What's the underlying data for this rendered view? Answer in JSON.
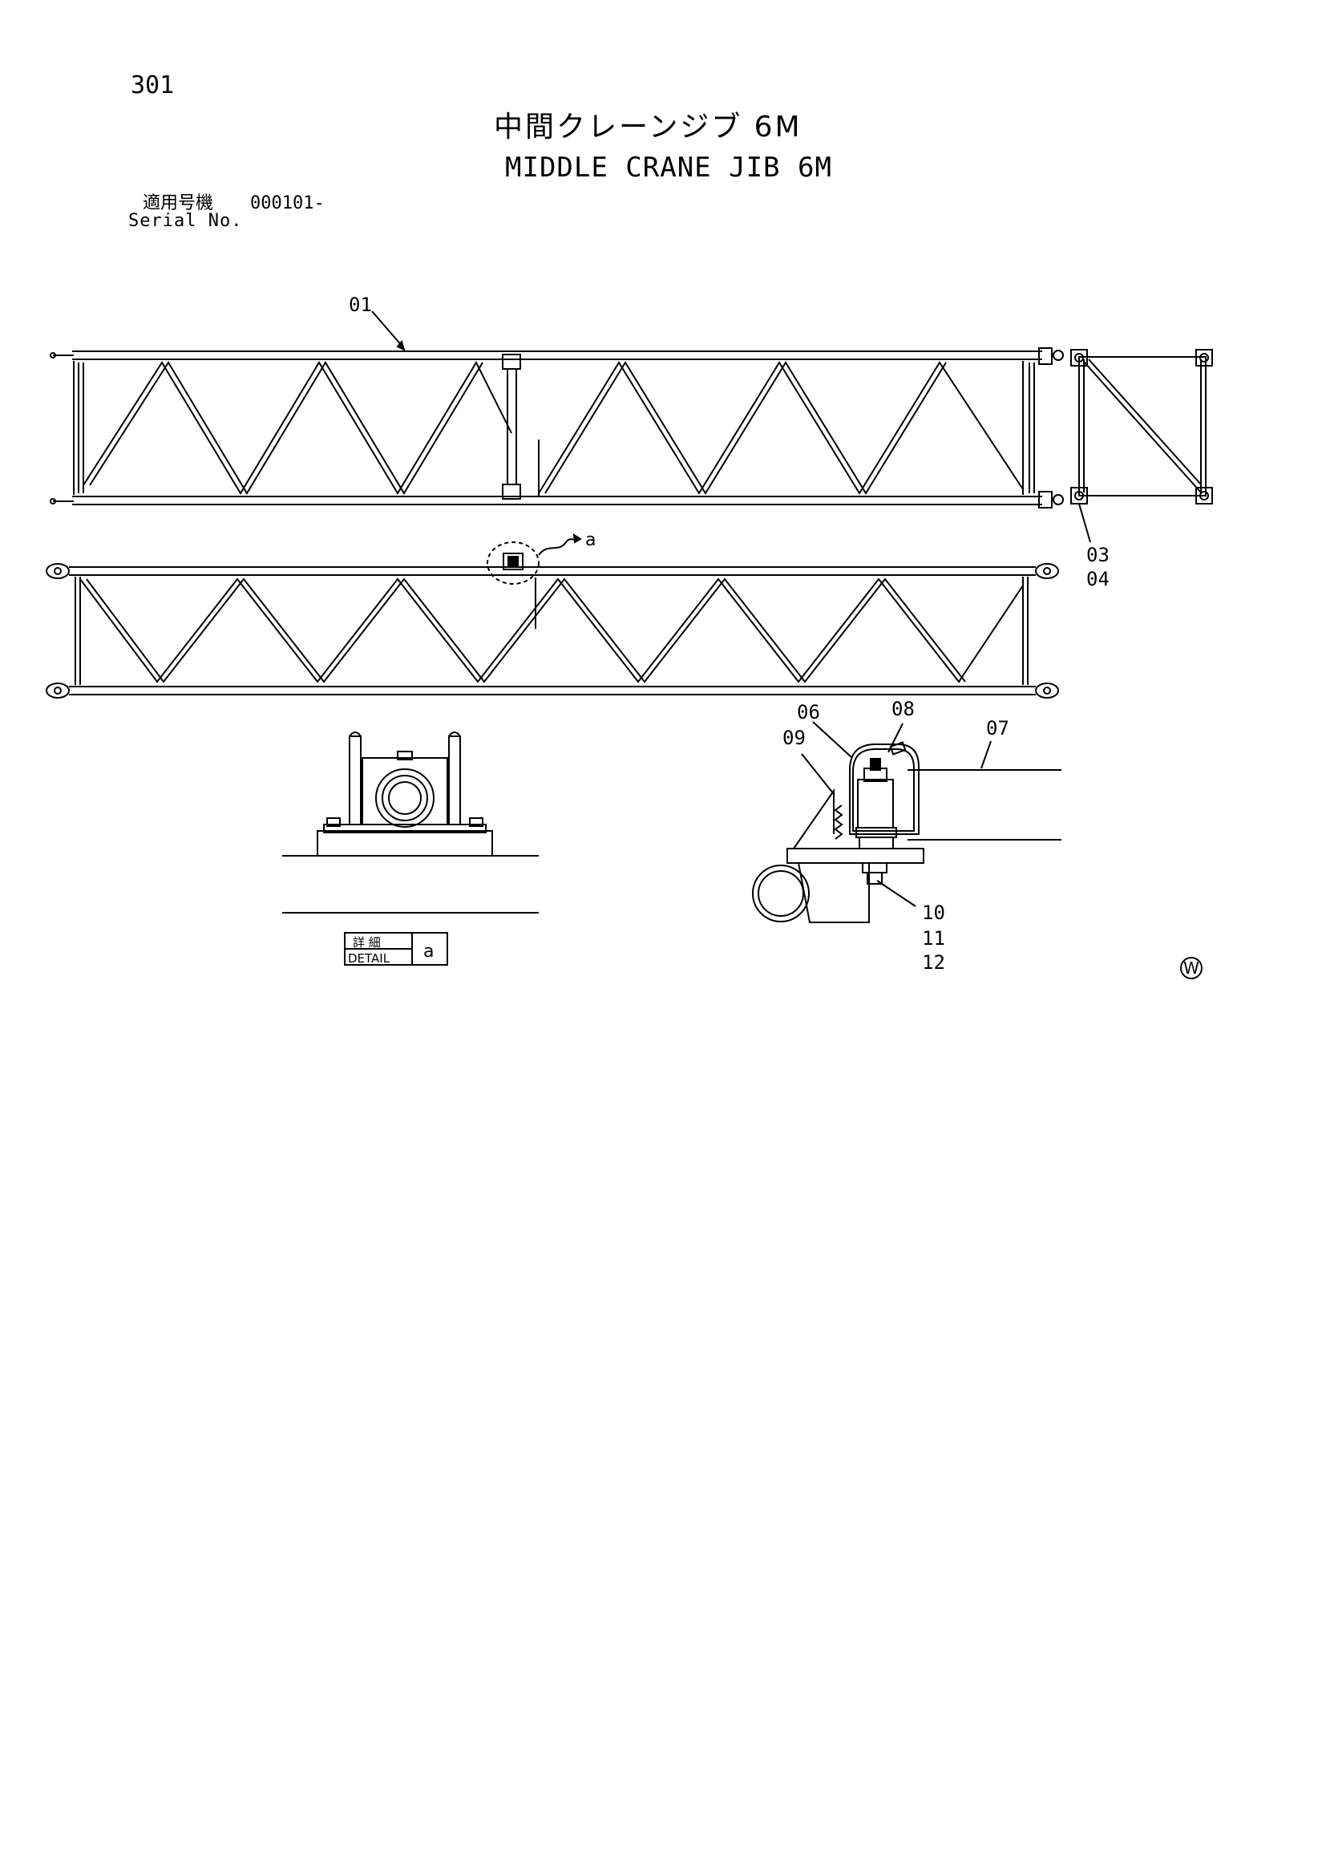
{
  "page": {
    "number": "301"
  },
  "title": {
    "jp": "中間クレーンジブ 6M",
    "en": "MIDDLE CRANE JIB 6M"
  },
  "serial": {
    "label_jp": "適用号機",
    "value": "000101-",
    "label_en": "Serial No."
  },
  "callouts": {
    "c01": "01",
    "c03": "03",
    "c04": "04",
    "c06": "06",
    "c07": "07",
    "c08": "08",
    "c09": "09",
    "c10": "10",
    "c11": "11",
    "c12": "12",
    "detail_ref": "a"
  },
  "detail_box": {
    "label_jp": "詳 細",
    "label_en": "DETAIL",
    "letter": "a"
  },
  "watermark": {
    "symbol": "W"
  }
}
